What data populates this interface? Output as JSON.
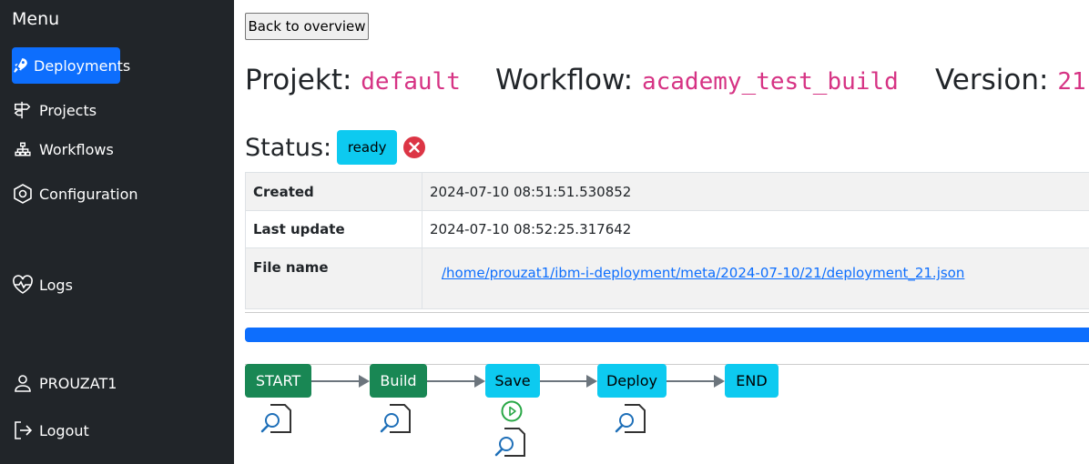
{
  "sidebar": {
    "title": "Menu",
    "items": [
      {
        "label": "Deployments",
        "icon": "rocket-icon",
        "active": true
      },
      {
        "label": "Projects",
        "icon": "signpost-icon"
      },
      {
        "label": "Workflows",
        "icon": "diagram-icon"
      },
      {
        "label": "Configuration",
        "icon": "hexagon-icon"
      },
      {
        "label": "Logs",
        "icon": "heart-pulse-icon"
      },
      {
        "label": "PROUZAT1",
        "icon": "person-icon"
      },
      {
        "label": "Logout",
        "icon": "logout-icon"
      }
    ]
  },
  "main": {
    "back_label": "Back to overview",
    "project_label": "Projekt:",
    "project_value": "default",
    "workflow_label": "Workflow:",
    "workflow_value": "academy_test_build",
    "version_label": "Version:",
    "version_value": "21",
    "status_label": "Status:",
    "status_value": "ready",
    "details": [
      {
        "key": "Created",
        "value": "2024-07-10 08:51:51.530852"
      },
      {
        "key": "Last update",
        "value": "2024-07-10 08:52:25.317642"
      },
      {
        "key": "File name",
        "value": "/home/prouzat1/ibm-i-deployment/meta/2024-07-10/21/deployment_21.json"
      }
    ],
    "progress_percent": 100
  },
  "workflow_steps": [
    {
      "label": "START",
      "state": "done"
    },
    {
      "label": "Build",
      "state": "done"
    },
    {
      "label": "Save",
      "state": "pending"
    },
    {
      "label": "Deploy",
      "state": "pending"
    },
    {
      "label": "END",
      "state": "pending"
    }
  ],
  "colors": {
    "sidebar_bg": "#212529",
    "primary": "#0d6efd",
    "success": "#198754",
    "info": "#0dcaf0",
    "danger": "#dc3545",
    "code": "#d63384"
  }
}
